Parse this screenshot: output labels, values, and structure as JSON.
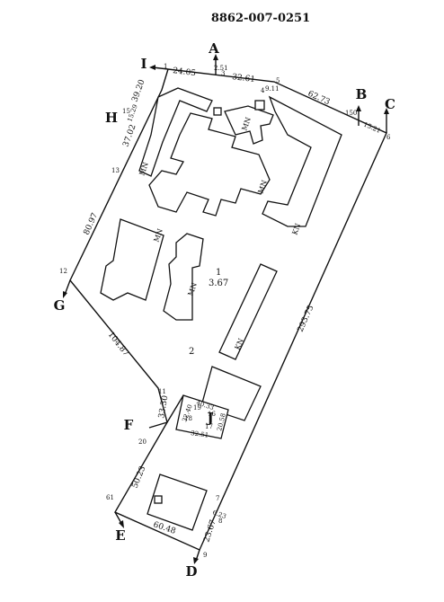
{
  "document": {
    "title": "8862-007-0251"
  },
  "corners": {
    "A": "A",
    "B": "B",
    "C": "C",
    "D": "D",
    "E": "E",
    "F": "F",
    "G": "G",
    "H": "H",
    "I": "I",
    "J": "J"
  },
  "points": {
    "p1": "1",
    "p3": "3",
    "p4": "4",
    "p5": "5",
    "p6": "6",
    "p7": "7",
    "p8": "8",
    "p9": "9",
    "p11": "11",
    "p12": "12",
    "p13": "13",
    "p15": "15",
    "p16": "16",
    "p17": "17",
    "p18": "18",
    "p19": "19",
    "p20": "20",
    "p61": "61",
    "p150": "150"
  },
  "dimensions": {
    "d1": "24.05",
    "d2": "2.51",
    "d3": "32.61",
    "d4": "9.11",
    "d5": "62.73",
    "d6": "15.21",
    "d7": "39.20",
    "d8": "15.29",
    "d9": "37.02",
    "d10": "80.97",
    "d11": "104.87",
    "d12": "33.30",
    "d13": "50.23",
    "d14": "60.48",
    "d15": "23.67",
    "d16": "6.23",
    "d17": "293.75",
    "d18": "40.33",
    "d19": "32.40",
    "d20": "20.58",
    "d21": "32.51",
    "d22": "3.67"
  },
  "lots": {
    "lot1": "1",
    "lot2": "2"
  },
  "building_codes": {
    "mn": "MN",
    "kn": "KN"
  }
}
